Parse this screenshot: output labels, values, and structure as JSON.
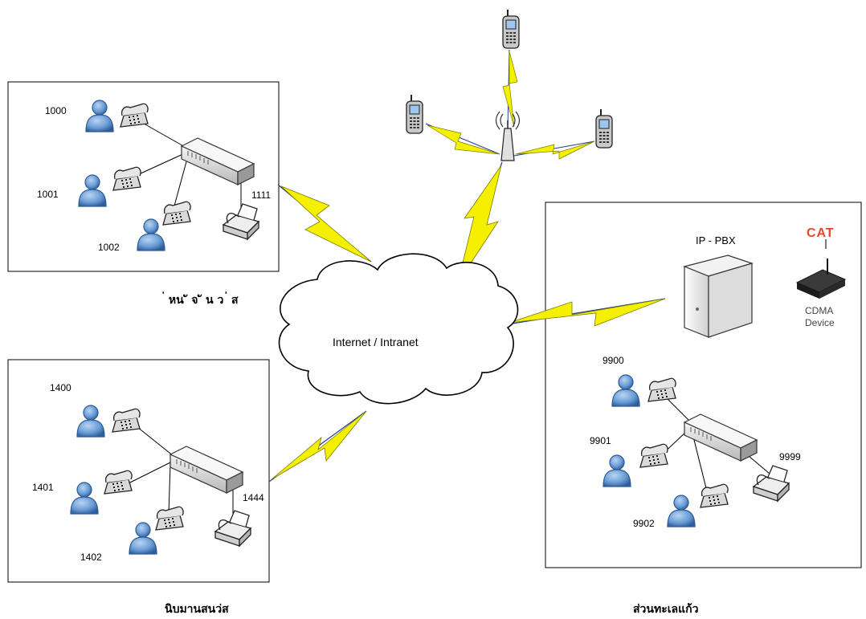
{
  "cloud_label": "Internet / Intranet",
  "offices": {
    "top_left": {
      "caption": "่ หน ั จ ั น ว ่ ส",
      "extensions": [
        "1000",
        "1001",
        "1002"
      ],
      "fax": "1111"
    },
    "bottom_left": {
      "caption": "นิบมานสนว่ส",
      "extensions": [
        "1400",
        "1401",
        "1402"
      ],
      "fax": "1444"
    },
    "right": {
      "caption": "ส่วนทะเลแก้ว",
      "pbx_label": "IP - PBX",
      "cat_logo": "CAT",
      "cdma_line1": "CDMA",
      "cdma_line2": "Device",
      "extensions": [
        "9900",
        "9901",
        "9902"
      ],
      "fax": "9999"
    }
  },
  "colors": {
    "person": "#5b8fcf",
    "lightning": "#f5f000",
    "link_line": "#1f3f8f",
    "cat_logo": "#e8472a"
  }
}
